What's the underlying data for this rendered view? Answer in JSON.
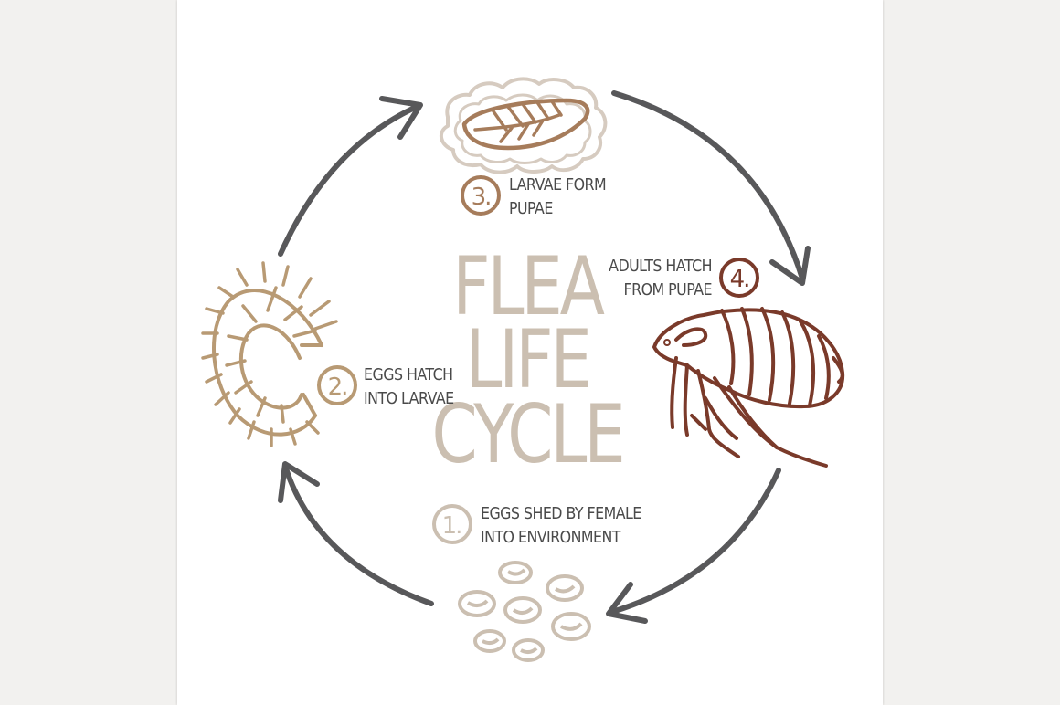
{
  "title": {
    "line1": "FLEA",
    "line2": "LIFE",
    "line3": "CYCLE"
  },
  "steps": [
    {
      "number": "1.",
      "line1": "EGGS SHED BY FEMALE",
      "line2": "INTO ENVIRONMENT",
      "color": "#cbbfb1"
    },
    {
      "number": "2.",
      "line1": "EGGS HATCH",
      "line2": "INTO LARVAE",
      "color": "#b89a74"
    },
    {
      "number": "3.",
      "line1": "LARVAE FORM",
      "line2": "PUPAE",
      "color": "#a67c5b"
    },
    {
      "number": "4.",
      "line1": "ADULTS HATCH",
      "line2": "FROM PUPAE",
      "color": "#7a3a2a"
    }
  ],
  "colors": {
    "arrow": "#58585a",
    "title": "#cbbfb1",
    "eggs": "#cbbfb1",
    "larva": "#b89a74",
    "pupa": "#a67c5b",
    "pupa_outer": "#d6cbc0",
    "flea": "#7a3a2a"
  },
  "icons": [
    "eggs-icon",
    "larva-icon",
    "pupa-icon",
    "flea-icon",
    "cycle-arrow-icon"
  ]
}
